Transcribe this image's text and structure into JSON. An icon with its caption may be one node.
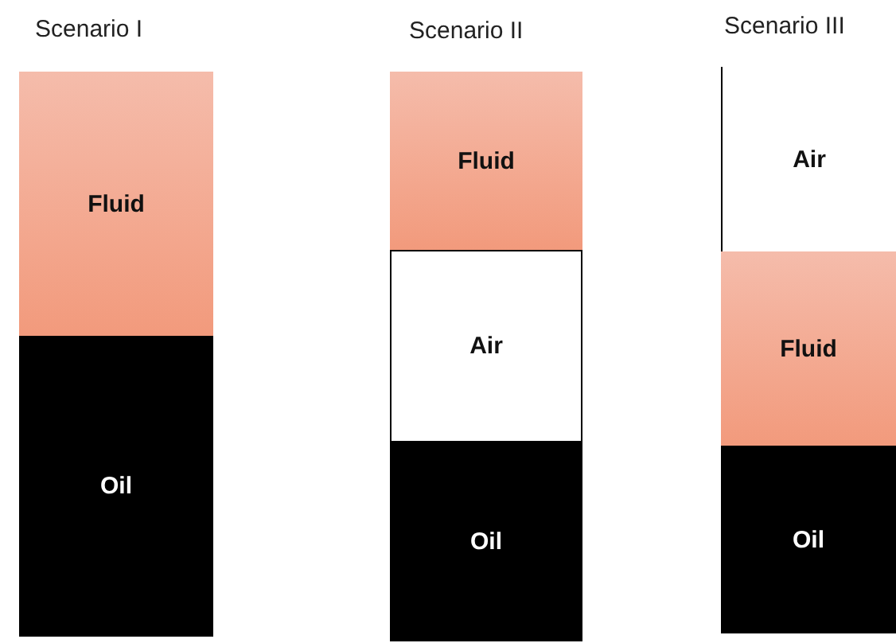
{
  "diagram": {
    "nodes": [
      {
        "text": [
          "Fluid"
        ]
      },
      {
        "text": [
          "Oil"
        ]
      },
      {
        "text": [
          "Fluid"
        ]
      },
      {
        "text": [
          "Air"
        ]
      },
      {
        "text": [
          "Oil"
        ]
      },
      {
        "text": [
          "Air"
        ]
      },
      {
        "text": [
          "Fluid"
        ]
      },
      {
        "text": [
          "Oil"
        ]
      }
    ],
    "edges": [],
    "labels": [
      "Scenario I",
      "Scenario II",
      "Scenario III"
    ]
  }
}
